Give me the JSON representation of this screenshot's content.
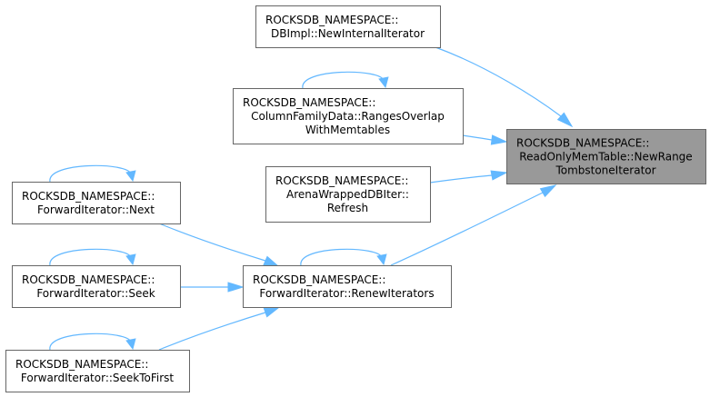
{
  "colors": {
    "edge": "#63b8ff",
    "node_border": "#666666",
    "node_fill": "#ffffff",
    "focus_fill": "#999999"
  },
  "nodes": [
    {
      "id": "readonly",
      "lines": [
        "ROCKSDB_NAMESPACE::",
        "ReadOnlyMemTable::NewRange",
        "TombstoneIterator"
      ],
      "focus": true
    },
    {
      "id": "dbimpl",
      "lines": [
        "ROCKSDB_NAMESPACE::",
        "DBImpl::NewInternalIterator"
      ]
    },
    {
      "id": "cfd",
      "lines": [
        "ROCKSDB_NAMESPACE::",
        "ColumnFamilyData::RangesOverlap",
        "WithMemtables"
      ]
    },
    {
      "id": "arena",
      "lines": [
        "ROCKSDB_NAMESPACE::",
        "ArenaWrappedDBIter::",
        "Refresh"
      ]
    },
    {
      "id": "renew",
      "lines": [
        "ROCKSDB_NAMESPACE::",
        "ForwardIterator::RenewIterators"
      ]
    },
    {
      "id": "next",
      "lines": [
        "ROCKSDB_NAMESPACE::",
        "ForwardIterator::Next"
      ]
    },
    {
      "id": "seek",
      "lines": [
        "ROCKSDB_NAMESPACE::",
        "ForwardIterator::Seek"
      ]
    },
    {
      "id": "seektofirst",
      "lines": [
        "ROCKSDB_NAMESPACE::",
        "ForwardIterator::SeekToFirst"
      ]
    }
  ],
  "edges": [
    {
      "from": "dbimpl",
      "to": "readonly"
    },
    {
      "from": "cfd",
      "to": "readonly"
    },
    {
      "from": "arena",
      "to": "readonly"
    },
    {
      "from": "renew",
      "to": "readonly"
    },
    {
      "from": "next",
      "to": "renew"
    },
    {
      "from": "seek",
      "to": "renew"
    },
    {
      "from": "seektofirst",
      "to": "renew"
    },
    {
      "from": "cfd",
      "to": "cfd"
    },
    {
      "from": "renew",
      "to": "renew"
    },
    {
      "from": "next",
      "to": "next"
    },
    {
      "from": "seek",
      "to": "seek"
    },
    {
      "from": "seektofirst",
      "to": "seektofirst"
    }
  ]
}
